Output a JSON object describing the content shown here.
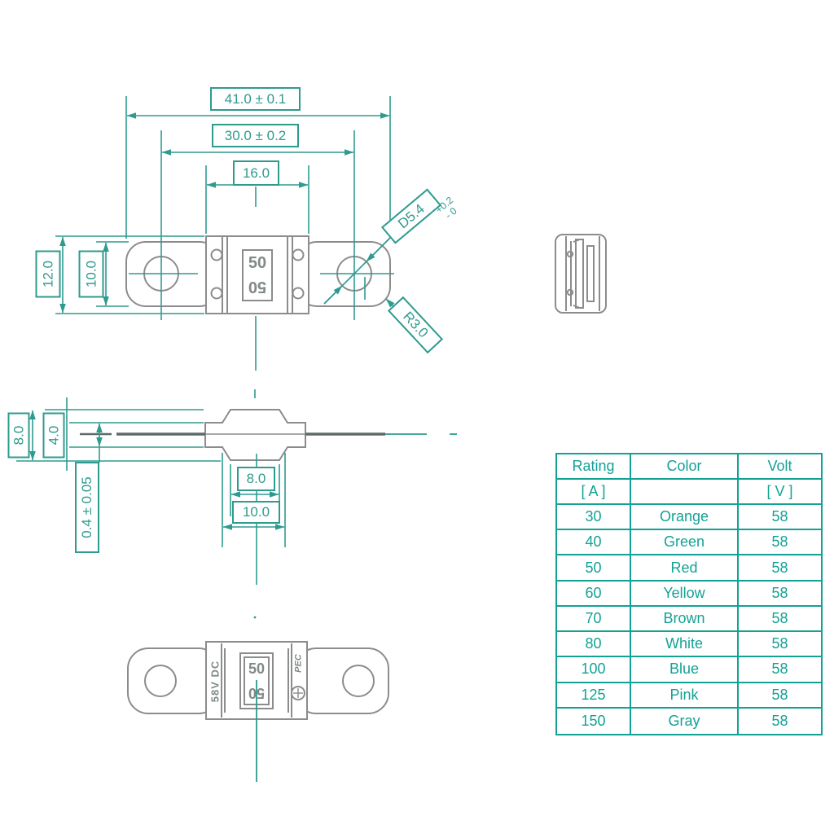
{
  "drawing": {
    "colors": {
      "dimension_teal": "#2E9B8F",
      "table_teal": "#12A295",
      "part_gray": "#8C8C8C"
    },
    "dims": {
      "overall_length": "41.0 ± 0.1",
      "inner_length": "30.0 ± 0.2",
      "body_length": "16.0",
      "overall_height": "12.0",
      "terminal_height": "10.0",
      "hole_diameter": "D5.4",
      "hole_tolerance_plus": "+0.2",
      "hole_tolerance_minus": "- 0",
      "corner_radius": "R3.0",
      "side_height": "8.0",
      "side_band_height": "4.0",
      "blade_thickness": "0.4 ± 0.05",
      "slot_width": "8.0",
      "base_width": "10.0"
    },
    "labels": {
      "amp_rating": "50",
      "voltage": "58V DC",
      "brand": "PEC"
    }
  },
  "table": {
    "headers": [
      "Rating",
      "Color",
      "Volt"
    ],
    "units": [
      "[ A ]",
      "",
      "[ V ]"
    ],
    "rows": [
      [
        "30",
        "Orange",
        "58"
      ],
      [
        "40",
        "Green",
        "58"
      ],
      [
        "50",
        "Red",
        "58"
      ],
      [
        "60",
        "Yellow",
        "58"
      ],
      [
        "70",
        "Brown",
        "58"
      ],
      [
        "80",
        "White",
        "58"
      ],
      [
        "100",
        "Blue",
        "58"
      ],
      [
        "125",
        "Pink",
        "58"
      ],
      [
        "150",
        "Gray",
        "58"
      ]
    ]
  }
}
